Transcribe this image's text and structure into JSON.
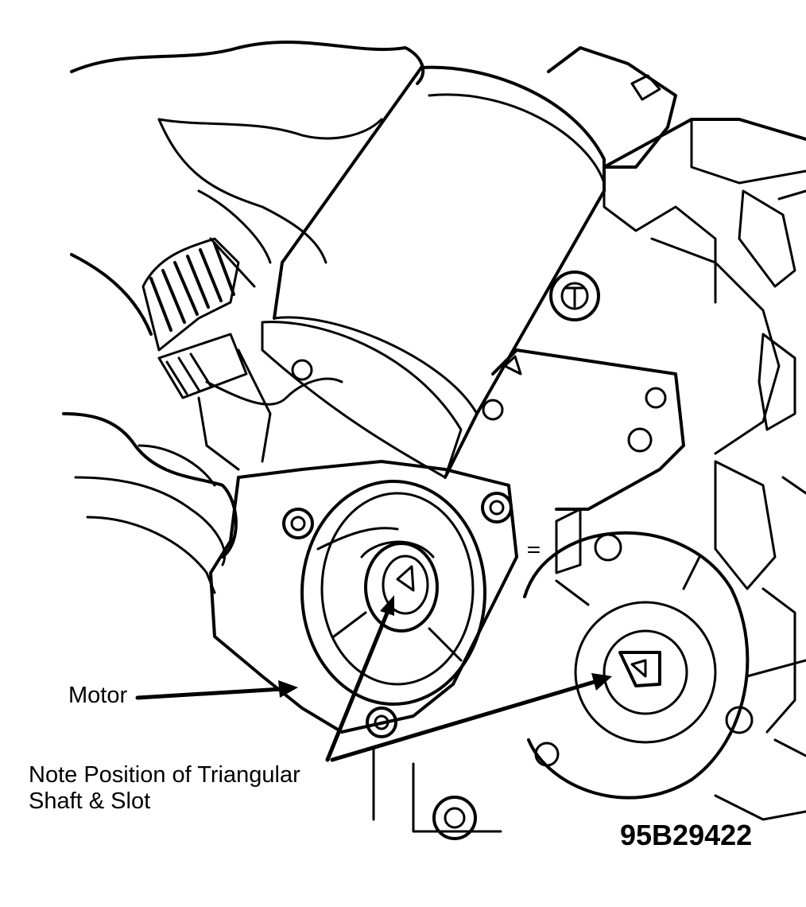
{
  "labels": {
    "motor": "Motor",
    "note_line1": "Note Position of Triangular",
    "note_line2": "Shaft & Slot"
  },
  "figure_code": "95B29422",
  "colors": {
    "ink": "#000000",
    "paper": "#ffffff"
  }
}
